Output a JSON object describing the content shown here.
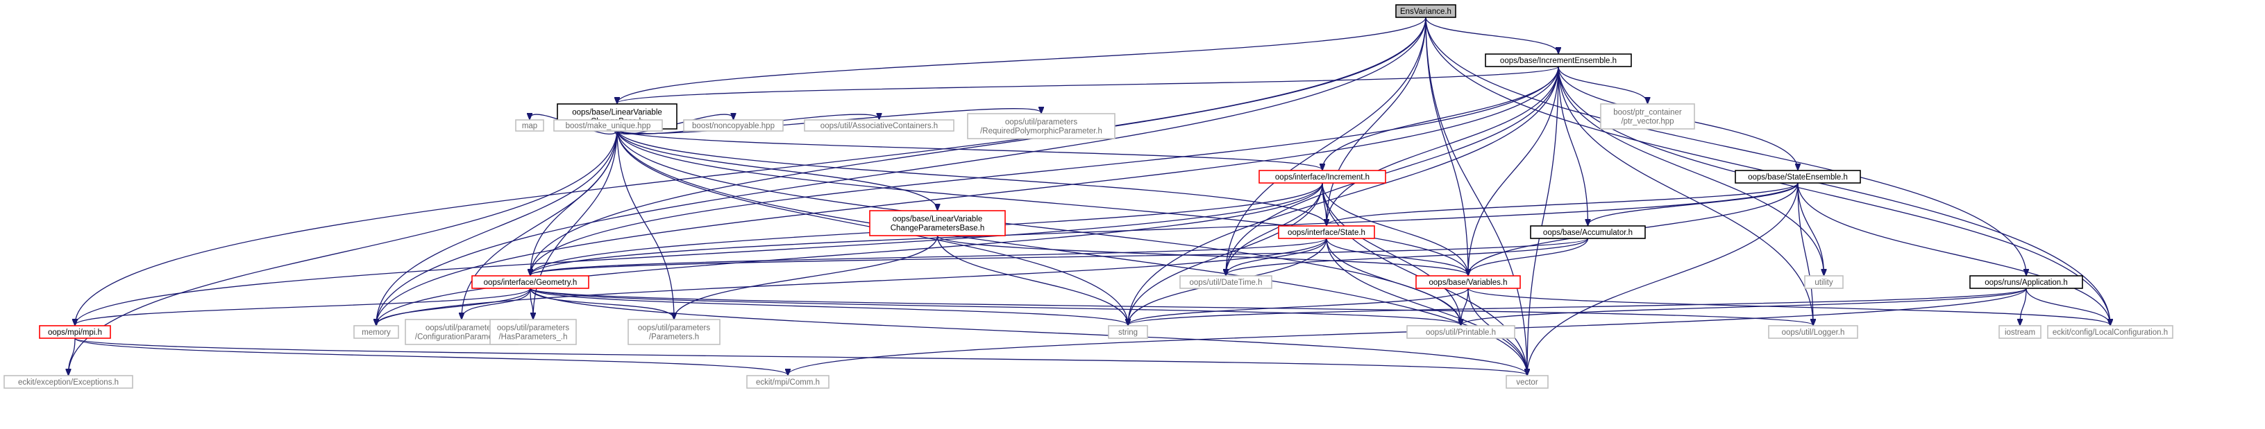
{
  "nodes": [
    {
      "id": "ens",
      "kind": "root",
      "lines": [
        "EnsVariance.h"
      ]
    },
    {
      "id": "ie",
      "kind": "normal",
      "lines": [
        "oops/base/IncrementEnsemble.h"
      ]
    },
    {
      "id": "lvcb",
      "kind": "normal",
      "lines": [
        "oops/base/LinearVariable",
        "ChangeBase.h"
      ]
    },
    {
      "id": "bptr",
      "kind": "grey",
      "lines": [
        "boost/ptr_container",
        "/ptr_vector.hpp"
      ]
    },
    {
      "id": "se",
      "kind": "normal",
      "lines": [
        "oops/base/StateEnsemble.h"
      ]
    },
    {
      "id": "map",
      "kind": "grey",
      "lines": [
        "map"
      ]
    },
    {
      "id": "bmu",
      "kind": "grey",
      "lines": [
        "boost/make_unique.hpp"
      ]
    },
    {
      "id": "bnc",
      "kind": "grey",
      "lines": [
        "boost/noncopyable.hpp"
      ]
    },
    {
      "id": "ac",
      "kind": "grey",
      "lines": [
        "oops/util/AssociativeContainers.h"
      ]
    },
    {
      "id": "rpp",
      "kind": "grey",
      "lines": [
        "oops/util/parameters",
        "/RequiredPolymorphicParameter.h"
      ]
    },
    {
      "id": "inc",
      "kind": "red",
      "lines": [
        "oops/interface/Increment.h"
      ]
    },
    {
      "id": "lvcp",
      "kind": "red",
      "lines": [
        "oops/base/LinearVariable",
        "ChangeParametersBase.h"
      ]
    },
    {
      "id": "st",
      "kind": "red",
      "lines": [
        "oops/interface/State.h"
      ]
    },
    {
      "id": "acc",
      "kind": "normal",
      "lines": [
        "oops/base/Accumulator.h"
      ]
    },
    {
      "id": "dt",
      "kind": "grey",
      "lines": [
        "oops/util/DateTime.h"
      ]
    },
    {
      "id": "util",
      "kind": "grey",
      "lines": [
        "utility"
      ]
    },
    {
      "id": "app",
      "kind": "normal",
      "lines": [
        "oops/runs/Application.h"
      ]
    },
    {
      "id": "geo",
      "kind": "red",
      "lines": [
        "oops/interface/Geometry.h"
      ]
    },
    {
      "id": "vars",
      "kind": "red",
      "lines": [
        "oops/base/Variables.h"
      ]
    },
    {
      "id": "mpi",
      "kind": "red",
      "lines": [
        "oops/mpi/mpi.h"
      ]
    },
    {
      "id": "mem",
      "kind": "grey",
      "lines": [
        "memory"
      ]
    },
    {
      "id": "cp",
      "kind": "grey",
      "lines": [
        "oops/util/parameters",
        "/ConfigurationParameter.h"
      ]
    },
    {
      "id": "hp",
      "kind": "grey",
      "lines": [
        "oops/util/parameters",
        "/HasParameters_.h"
      ]
    },
    {
      "id": "par",
      "kind": "grey",
      "lines": [
        "oops/util/parameters",
        "/Parameters.h"
      ]
    },
    {
      "id": "str",
      "kind": "grey",
      "lines": [
        "string"
      ]
    },
    {
      "id": "pr",
      "kind": "grey",
      "lines": [
        "oops/util/Printable.h"
      ]
    },
    {
      "id": "log",
      "kind": "grey",
      "lines": [
        "oops/util/Logger.h"
      ]
    },
    {
      "id": "lc",
      "kind": "grey",
      "lines": [
        "eckit/config/LocalConfiguration.h"
      ]
    },
    {
      "id": "ios",
      "kind": "grey",
      "lines": [
        "iostream"
      ]
    },
    {
      "id": "exc",
      "kind": "grey",
      "lines": [
        "eckit/exception/Exceptions.h"
      ]
    },
    {
      "id": "comm",
      "kind": "grey",
      "lines": [
        "eckit/mpi/Comm.h"
      ]
    },
    {
      "id": "vec",
      "kind": "grey",
      "lines": [
        "vector"
      ]
    }
  ],
  "edges": [
    [
      "ens",
      "ie"
    ],
    [
      "ens",
      "app"
    ],
    [
      "ens",
      "vec"
    ],
    [
      "ens",
      "lc"
    ],
    [
      "ens",
      "vars"
    ],
    [
      "ens",
      "st"
    ],
    [
      "ens",
      "dt"
    ],
    [
      "ens",
      "lvcb"
    ],
    [
      "ens",
      "geo"
    ],
    [
      "ens",
      "mpi"
    ],
    [
      "ens",
      "mem"
    ],
    [
      "ie",
      "lvcb"
    ],
    [
      "ie",
      "bptr"
    ],
    [
      "ie",
      "se"
    ],
    [
      "ie",
      "inc"
    ],
    [
      "ie",
      "st"
    ],
    [
      "ie",
      "acc"
    ],
    [
      "ie",
      "dt"
    ],
    [
      "ie",
      "util"
    ],
    [
      "ie",
      "vars"
    ],
    [
      "ie",
      "log"
    ],
    [
      "ie",
      "lc"
    ],
    [
      "ie",
      "vec"
    ],
    [
      "ie",
      "str"
    ],
    [
      "ie",
      "mem"
    ],
    [
      "ie",
      "geo"
    ],
    [
      "lvcb",
      "map"
    ],
    [
      "lvcb",
      "bmu"
    ],
    [
      "lvcb",
      "bnc"
    ],
    [
      "lvcb",
      "ac"
    ],
    [
      "lvcb",
      "rpp"
    ],
    [
      "lvcb",
      "inc"
    ],
    [
      "lvcb",
      "lvcp"
    ],
    [
      "lvcb",
      "st"
    ],
    [
      "lvcb",
      "vars"
    ],
    [
      "lvcb",
      "geo"
    ],
    [
      "lvcb",
      "mem"
    ],
    [
      "lvcb",
      "str"
    ],
    [
      "lvcb",
      "pr"
    ],
    [
      "lvcb",
      "cp"
    ],
    [
      "lvcb",
      "hp"
    ],
    [
      "lvcb",
      "par"
    ],
    [
      "lvcb",
      "exc"
    ],
    [
      "lvcb",
      "vec"
    ],
    [
      "se",
      "st"
    ],
    [
      "se",
      "acc"
    ],
    [
      "se",
      "vars"
    ],
    [
      "se",
      "util"
    ],
    [
      "se",
      "vec"
    ],
    [
      "se",
      "log"
    ],
    [
      "se",
      "lc"
    ],
    [
      "se",
      "geo"
    ],
    [
      "inc",
      "st"
    ],
    [
      "inc",
      "geo"
    ],
    [
      "inc",
      "vars"
    ],
    [
      "inc",
      "dt"
    ],
    [
      "inc",
      "pr"
    ],
    [
      "inc",
      "str"
    ],
    [
      "inc",
      "vec"
    ],
    [
      "inc",
      "mem"
    ],
    [
      "inc",
      "mpi"
    ],
    [
      "lvcp",
      "vars"
    ],
    [
      "lvcp",
      "par"
    ],
    [
      "lvcp",
      "str"
    ],
    [
      "st",
      "geo"
    ],
    [
      "st",
      "vars"
    ],
    [
      "st",
      "dt"
    ],
    [
      "st",
      "pr"
    ],
    [
      "st",
      "str"
    ],
    [
      "st",
      "vec"
    ],
    [
      "st",
      "mem"
    ],
    [
      "acc",
      "vars"
    ],
    [
      "acc",
      "dt"
    ],
    [
      "acc",
      "geo"
    ],
    [
      "app",
      "lc"
    ],
    [
      "app",
      "ios"
    ],
    [
      "app",
      "str"
    ],
    [
      "app",
      "pr"
    ],
    [
      "app",
      "comm"
    ],
    [
      "geo",
      "mpi"
    ],
    [
      "geo",
      "mem"
    ],
    [
      "geo",
      "cp"
    ],
    [
      "geo",
      "hp"
    ],
    [
      "geo",
      "par"
    ],
    [
      "geo",
      "str"
    ],
    [
      "geo",
      "pr"
    ],
    [
      "geo",
      "log"
    ],
    [
      "geo",
      "vec"
    ],
    [
      "vars",
      "str"
    ],
    [
      "vars",
      "vec"
    ],
    [
      "vars",
      "pr"
    ],
    [
      "vars",
      "lc"
    ],
    [
      "mpi",
      "exc"
    ],
    [
      "mpi",
      "comm"
    ],
    [
      "mpi",
      "vec"
    ]
  ],
  "colors": {
    "edge": "#191970",
    "root_fill": "#bfbfbf",
    "red_border": "#ff0000",
    "grey_border": "#bfbfbf",
    "grey_text": "#6e6e6e"
  }
}
